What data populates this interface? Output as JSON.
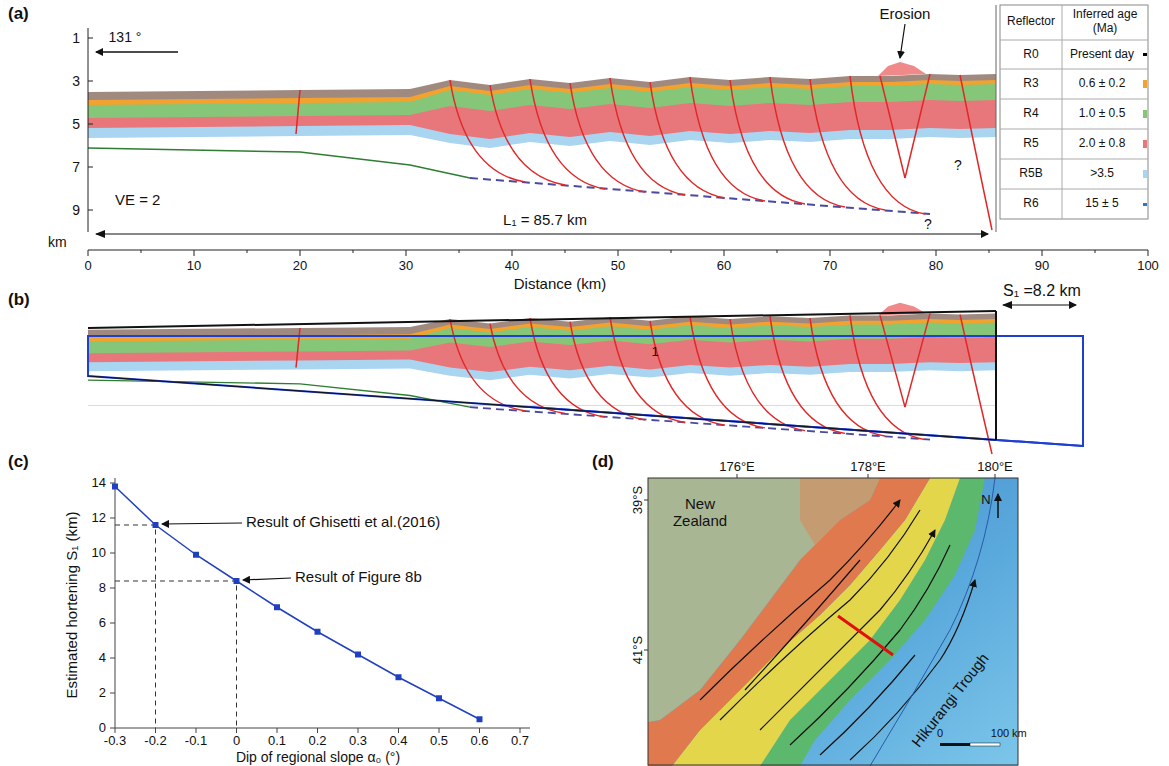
{
  "diagram": {
    "labels": [
      "(a)",
      "1",
      "3",
      "5",
      "7",
      "9",
      "km",
      "131 °",
      "Erosion",
      "VE = 2",
      "L₁ = 85.7 km",
      "?",
      "?",
      "0",
      "10",
      "20",
      "30",
      "40",
      "50",
      "60",
      "70",
      "80",
      "90",
      "100",
      "Distance (km)",
      "Reflector",
      "Inferred age (Ma)",
      "R0",
      "Present day",
      "R3",
      "0.6 ± 0.2",
      "R4",
      "1.0 ± 0.5",
      "R5",
      "2.0 ± 0.8",
      "R5B",
      ">3.5",
      "R6",
      "15 ± 5",
      "(b)",
      "S₁ =8.2 km",
      "1",
      "(c)",
      "0",
      "2",
      "4",
      "6",
      "8",
      "10",
      "12",
      "14",
      "-0.3",
      "-0.2",
      "-0.1",
      "0",
      "0.1",
      "0.2",
      "0.3",
      "0.4",
      "0.5",
      "0.6",
      "0.7",
      "Estimated hortening S₁ (km)",
      "Dip of regional slope α₀ (°)",
      "Result of Ghisetti et al.(2016)",
      "Result of Figure 8b",
      "(d)",
      "176°E",
      "178°E",
      "180°E",
      "39°S",
      "41°S",
      "New Zealand",
      "Hikurangi Trough",
      "N",
      "0",
      "100",
      "km"
    ]
  }
}
